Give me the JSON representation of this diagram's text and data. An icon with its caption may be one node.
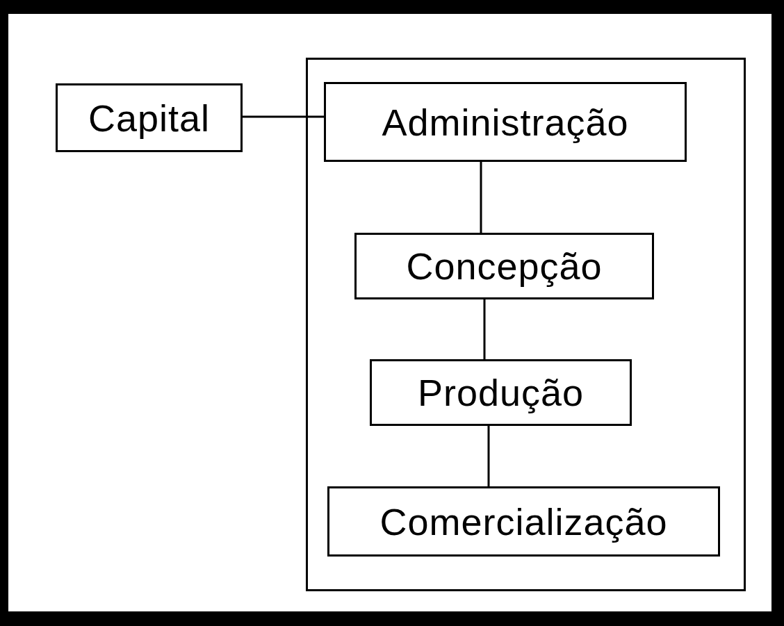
{
  "diagram": {
    "nodes": [
      {
        "text": [],
        "shape": "box"
      },
      {
        "text": [
          "Capital"
        ]
      },
      {
        "text": [
          "Administração"
        ],
        "in": 0
      },
      {
        "text": [
          "Concepção"
        ],
        "in": 0
      },
      {
        "text": [
          "Produção"
        ],
        "in": 0
      },
      {
        "text": [
          "Comercialização"
        ],
        "in": 0
      }
    ],
    "edges": [
      {
        "from": 1,
        "to": 2,
        "arrow": "none"
      },
      {
        "from": 2,
        "to": 3,
        "arrow": "none"
      },
      {
        "from": 3,
        "to": 4,
        "arrow": "none"
      },
      {
        "from": 4,
        "to": 5,
        "arrow": "none"
      }
    ]
  }
}
